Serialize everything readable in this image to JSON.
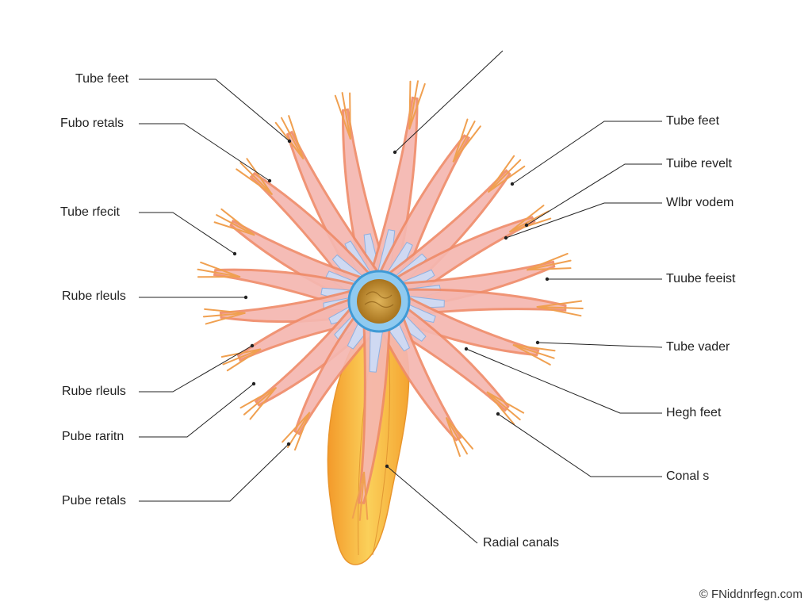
{
  "labels": {
    "l1": "Tube feet",
    "l2": "Fubo retals",
    "l3": "Tube rfecit",
    "l4": "Rube rleuls",
    "l5": "Rube rleuls",
    "l6": "Pube raritn",
    "l7": "Pube retals",
    "r1": "Tube feet",
    "r2": "Tuibe revelt",
    "r3": "Wlbr vodem",
    "r4": "Tuube feeist",
    "r5": "Tube vader",
    "r6": "Hegh feet",
    "r7": "Conal s",
    "bottom": "Radial canals"
  },
  "credit": "© FNiddnrfegn.com",
  "colors": {
    "arm_outer": "#ef8c6a",
    "arm_inner": "#f5b7b0",
    "arm_core": "#cfd9f2",
    "central_ring": "#6bb7e6",
    "central_disc": "#c98d2a",
    "stalk": "#f3b13c",
    "leader": "#222222"
  }
}
